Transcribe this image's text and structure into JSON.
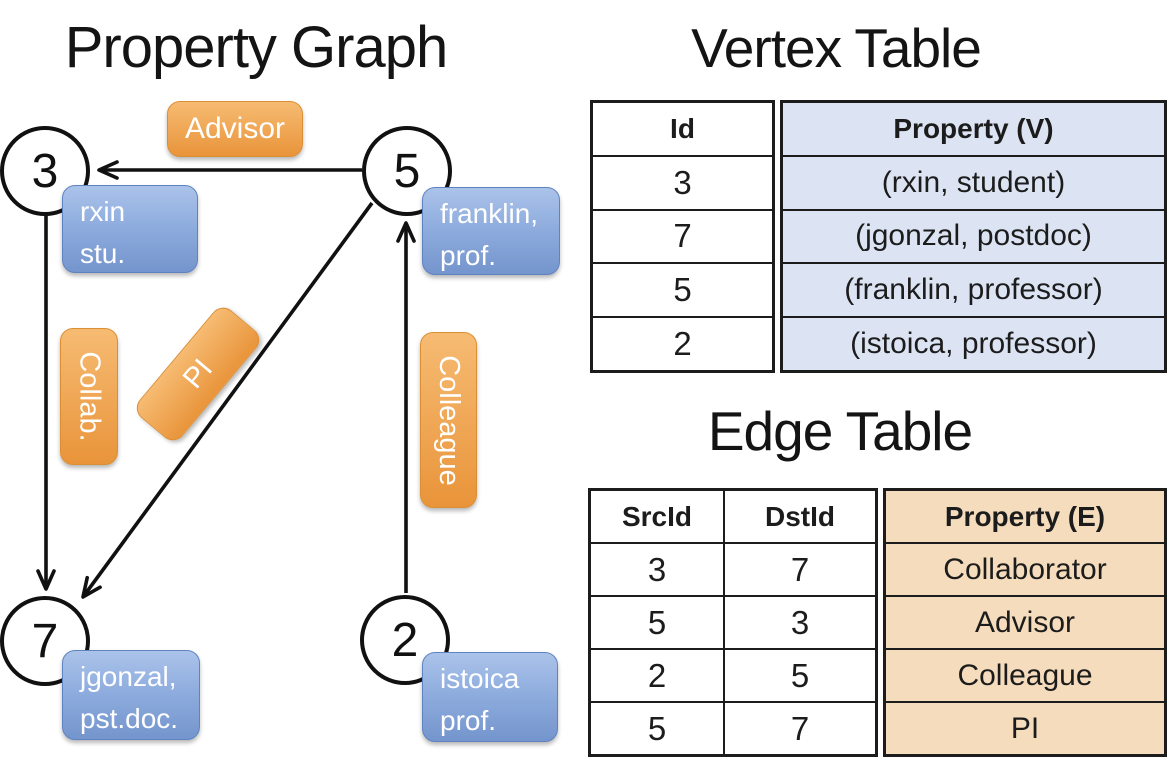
{
  "graph": {
    "title": "Property Graph",
    "nodes": [
      {
        "id": "3"
      },
      {
        "id": "5"
      },
      {
        "id": "7"
      },
      {
        "id": "2"
      }
    ],
    "vertex_boxes": [
      {
        "name": "rxin",
        "lines": [
          "rxin",
          "stu."
        ]
      },
      {
        "name": "franklin",
        "lines": [
          "franklin,",
          "prof."
        ]
      },
      {
        "name": "jgonzal",
        "lines": [
          "jgonzal,",
          "pst.doc."
        ]
      },
      {
        "name": "istoica",
        "lines": [
          "istoica",
          "prof."
        ]
      }
    ],
    "edge_labels": {
      "advisor": "Advisor",
      "collab": "Collab.",
      "pi": "PI",
      "colleague": "Colleague"
    },
    "edges": [
      {
        "from": "5",
        "to": "3",
        "label": "Advisor"
      },
      {
        "from": "3",
        "to": "7",
        "label": "Collab."
      },
      {
        "from": "5",
        "to": "7",
        "label": "PI"
      },
      {
        "from": "2",
        "to": "5",
        "label": "Colleague"
      }
    ]
  },
  "vertex_table": {
    "title": "Vertex Table",
    "headers": {
      "id": "Id",
      "property": "Property (V)"
    },
    "rows": [
      {
        "id": "3",
        "property": "(rxin, student)"
      },
      {
        "id": "7",
        "property": "(jgonzal, postdoc)"
      },
      {
        "id": "5",
        "property": "(franklin, professor)"
      },
      {
        "id": "2",
        "property": "(istoica, professor)"
      }
    ]
  },
  "edge_table": {
    "title": "Edge Table",
    "headers": {
      "src": "SrcId",
      "dst": "DstId",
      "property": "Property (E)"
    },
    "rows": [
      {
        "src": "3",
        "dst": "7",
        "property": "Collaborator"
      },
      {
        "src": "5",
        "dst": "3",
        "property": "Advisor"
      },
      {
        "src": "2",
        "dst": "5",
        "property": "Colleague"
      },
      {
        "src": "5",
        "dst": "7",
        "property": "PI"
      }
    ]
  },
  "colors": {
    "vertex_box_blue_top": "#abc3ea",
    "vertex_box_blue_bottom": "#7495cd",
    "edge_label_orange_top": "#f6bb72",
    "edge_label_orange_bottom": "#e9943a",
    "vertex_table_fill": "#dce4f4",
    "edge_table_fill": "#f5dcbc",
    "line_black": "#111111"
  }
}
